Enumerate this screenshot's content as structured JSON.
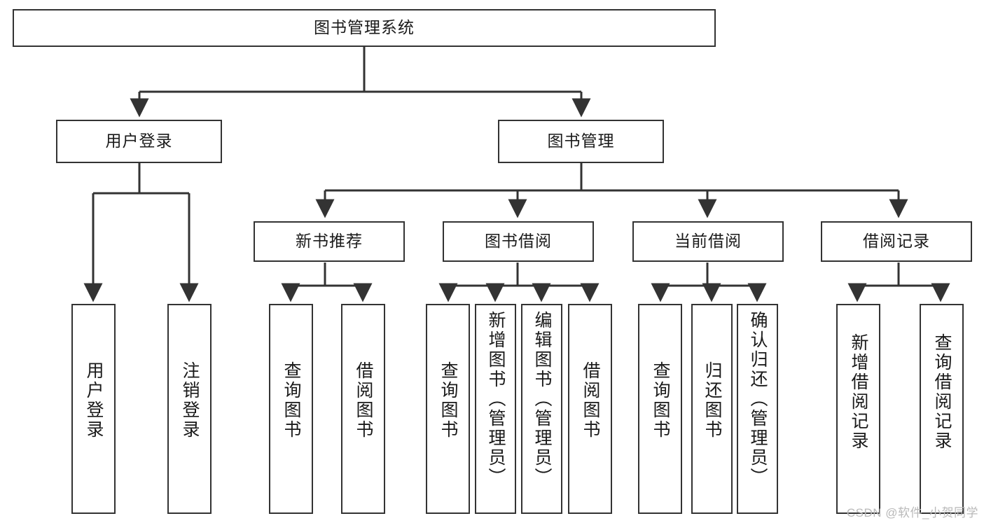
{
  "diagram": {
    "type": "hierarchy-tree",
    "title": "图书管理系统",
    "watermark": "CSDN @软件_小贺同学",
    "colors": {
      "stroke": "#333333",
      "fill": "#ffffff",
      "text": "#1a1a1a",
      "watermark": "#b9b9b9"
    },
    "nodes": {
      "root": {
        "label": "图书管理系统",
        "level": 1
      },
      "l2": [
        {
          "id": "user_login",
          "label": "用户登录",
          "level": 2
        },
        {
          "id": "book_mgmt",
          "label": "图书管理",
          "level": 2
        }
      ],
      "l3": [
        {
          "id": "new_book_rec",
          "label": "新书推荐",
          "level": 3,
          "parent": "book_mgmt"
        },
        {
          "id": "book_borrow",
          "label": "图书借阅",
          "level": 3,
          "parent": "book_mgmt"
        },
        {
          "id": "current_borrow",
          "label": "当前借阅",
          "level": 3,
          "parent": "book_mgmt"
        },
        {
          "id": "borrow_record",
          "label": "借阅记录",
          "level": 3,
          "parent": "book_mgmt"
        }
      ],
      "leaves": [
        {
          "id": "leaf_user_login",
          "label": "用户登录",
          "parent": "user_login"
        },
        {
          "id": "leaf_user_logout",
          "label": "注销登录",
          "parent": "user_login"
        },
        {
          "id": "leaf_query_book_1",
          "label": "查询图书",
          "parent": "new_book_rec"
        },
        {
          "id": "leaf_borrow_book_1",
          "label": "借阅图书",
          "parent": "new_book_rec"
        },
        {
          "id": "leaf_query_book_2",
          "label": "查询图书",
          "parent": "book_borrow"
        },
        {
          "id": "leaf_add_book",
          "label": "新增图书（管理员）",
          "parent": "book_borrow"
        },
        {
          "id": "leaf_edit_book",
          "label": "编辑图书（管理员）",
          "parent": "book_borrow"
        },
        {
          "id": "leaf_borrow_book_2",
          "label": "借阅图书",
          "parent": "book_borrow"
        },
        {
          "id": "leaf_query_book_3",
          "label": "查询图书",
          "parent": "current_borrow"
        },
        {
          "id": "leaf_return_book",
          "label": "归还图书",
          "parent": "current_borrow"
        },
        {
          "id": "leaf_confirm_return",
          "label": "确认归还（管理员）",
          "parent": "current_borrow"
        },
        {
          "id": "leaf_add_record",
          "label": "新增借阅记录",
          "parent": "borrow_record"
        },
        {
          "id": "leaf_query_record",
          "label": "查询借阅记录",
          "parent": "borrow_record"
        }
      ]
    }
  }
}
